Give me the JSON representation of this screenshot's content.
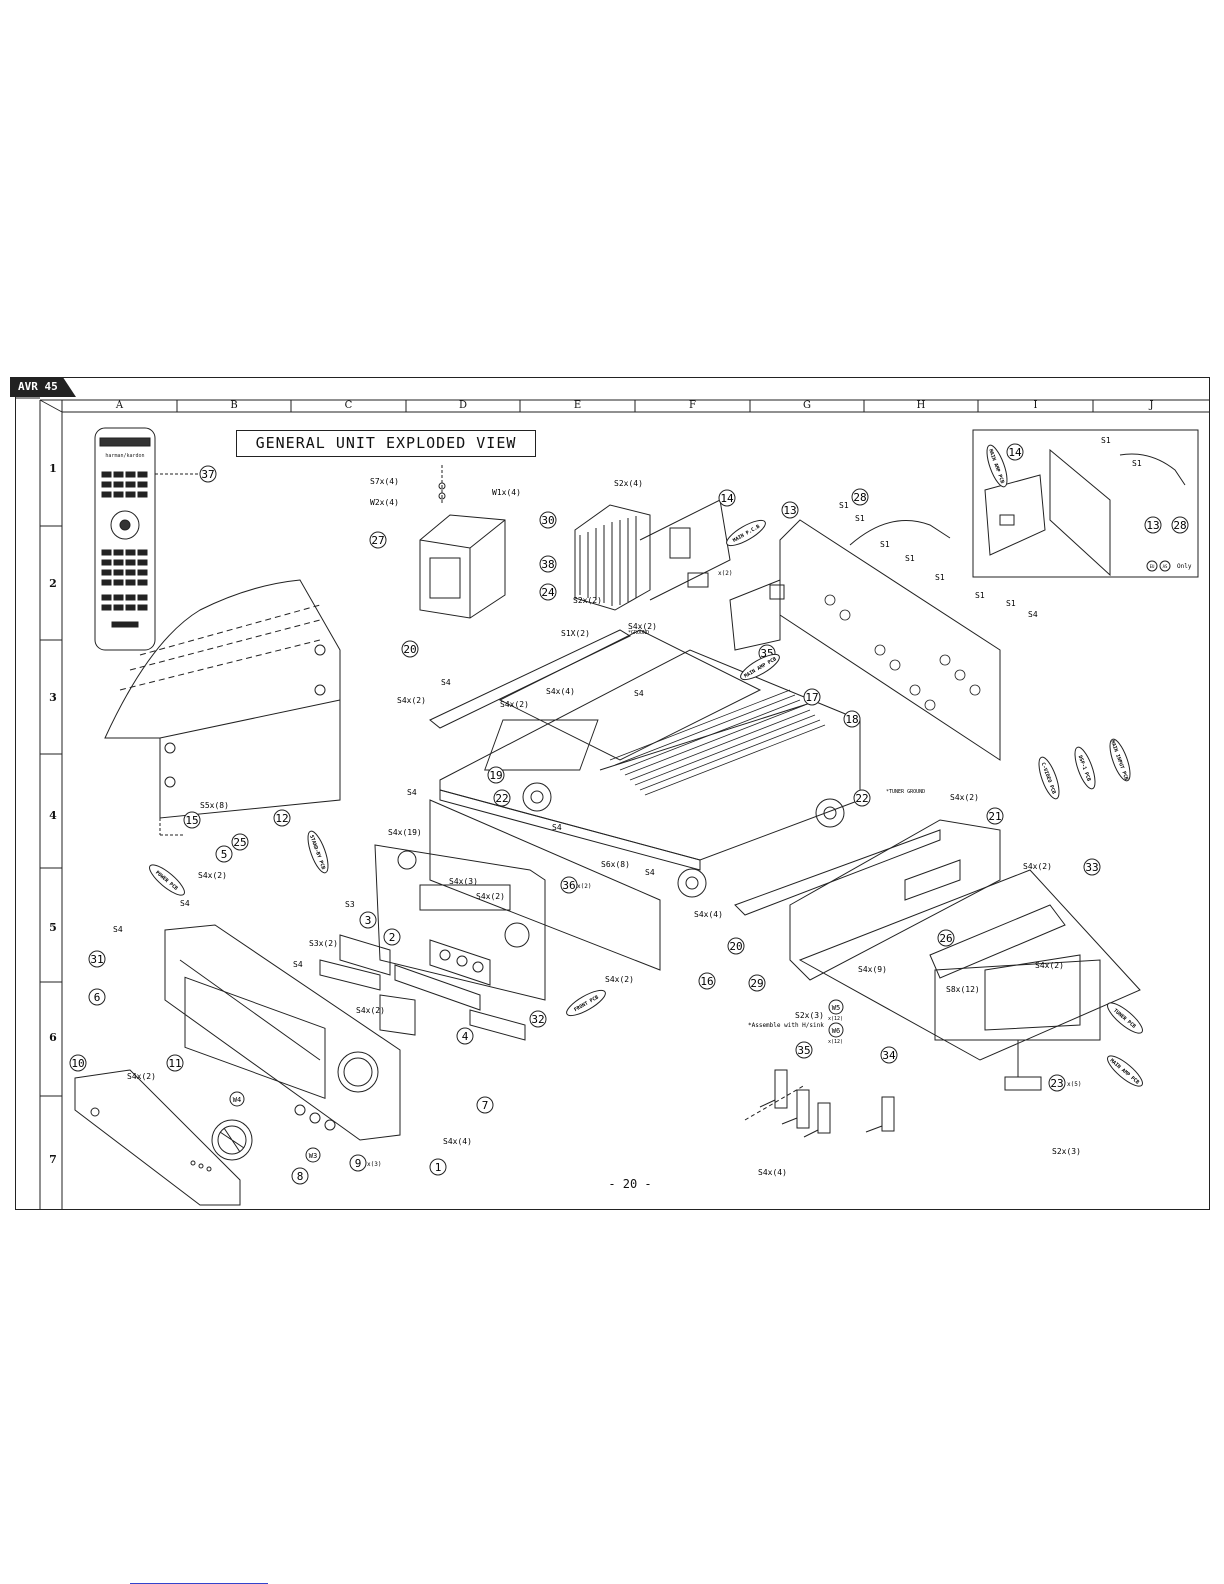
{
  "page": {
    "model_tab": "AVR 45",
    "title": "GENERAL UNIT EXPLODED VIEW",
    "page_number": "- 20 -"
  },
  "grid": {
    "columns": [
      "A",
      "B",
      "C",
      "D",
      "E",
      "F",
      "G",
      "H",
      "I",
      "J"
    ],
    "rows": [
      "1",
      "2",
      "3",
      "4",
      "5",
      "6",
      "7"
    ]
  },
  "labels": {
    "callouts": [
      "37",
      "27",
      "30",
      "38",
      "24",
      "20",
      "19",
      "22",
      "15",
      "12",
      "25",
      "5",
      "3",
      "2",
      "36",
      "31",
      "6",
      "10",
      "11",
      "32",
      "4",
      "7",
      "1",
      "9",
      "8",
      "16",
      "20",
      "14",
      "13",
      "28",
      "35",
      "17",
      "18",
      "22",
      "21",
      "26",
      "29",
      "33",
      "35",
      "34",
      "23",
      "14",
      "13",
      "28"
    ],
    "callout_9_suffix": "x(3)",
    "callout_23_suffix": "x(5)",
    "callout_36_suffix": "x(2)",
    "callout_38_suffix": "x(2)",
    "screws": [
      "S7x(4)",
      "W2x(4)",
      "W1x(4)",
      "S2x(4)",
      "S2x(2)",
      "S4x(2)",
      "S1X(2)",
      "S4x(2)",
      "S4x(4)",
      "S4",
      "S4",
      "S4x(2)",
      "S4",
      "S5x(8)",
      "S4x(2)",
      "S4x(19)",
      "S4x(3)",
      "S4x(2)",
      "S6x(8)",
      "S4",
      "S4x(4)",
      "S4",
      "S4x(2)",
      "S4x(2)",
      "S4",
      "S3x(2)",
      "S3",
      "S4",
      "S4x(2)",
      "S4x(4)",
      "S4x(2)",
      "S4",
      "S4x(2)",
      "S4x(2)",
      "S4x(9)",
      "S8x(12)",
      "S2x(3)",
      "S2x(3)",
      "S4x(4)",
      "S1",
      "S1",
      "S1",
      "S1",
      "S1",
      "S1",
      "S1",
      "S1",
      "S1",
      "S4"
    ],
    "ground_note": "*GROUND",
    "tuner_ground_note": "*TUNER GROUND",
    "assemble_note": "*Assemble with H/sink",
    "w_labels": [
      "W5",
      "W6",
      "W4",
      "W3"
    ],
    "w5_qty": "x(12)",
    "w6_qty": "x(12)",
    "pcb_tags": [
      "MAIN P.C.B",
      "MAIN AMP PCB",
      "POWER PCB",
      "STAND-BY PCB",
      "FRONT PCB",
      "C-VIDEO PCB",
      "DSP-1 PCB",
      "MAIN INPUT PCB",
      "TUNER PCB",
      "MAIN AMP PCB",
      "MAIN AMP PCB"
    ],
    "inset_note": "Only",
    "inset_badges": [
      "EU",
      "AS"
    ],
    "remote_brand": "harman/kardon"
  }
}
